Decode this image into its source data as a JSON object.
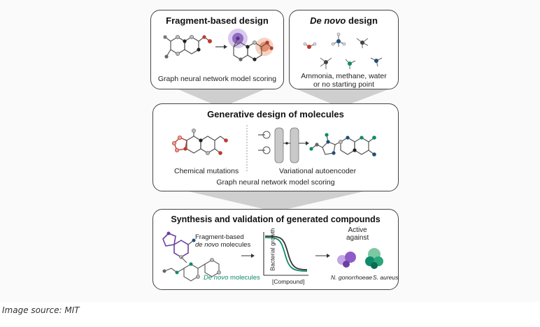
{
  "panels": {
    "fragment": {
      "title": "Fragment-based design",
      "caption": "Graph neural network model scoring"
    },
    "denovo": {
      "title_italic": "De novo",
      "title_rest": " design",
      "caption_line1": "Ammonia, methane, water",
      "caption_line2": "or no starting point"
    },
    "generative": {
      "title": "Generative design of molecules",
      "left_label": "Chemical mutations",
      "right_label": "Variational autoencoder",
      "bottom_label": "Graph neural network model scoring"
    },
    "synthesis": {
      "title": "Synthesis and validation of generated compounds",
      "fragment_line1": "Fragment-based",
      "fragment_line2_italic": "de novo",
      "fragment_line2_rest": " molecules",
      "denovo_italic": "De novo",
      "denovo_rest": " molecules",
      "y_axis": "Bacterial growth",
      "x_axis": "[Compound]",
      "active_line1": "Active",
      "active_line2": "against",
      "bug1": "N. gonorrhoeae",
      "bug2": "S. aureus"
    }
  },
  "image_source": "Image source: MIT",
  "colors": {
    "purple": "#6b3fa0",
    "orange": "#e07b4f",
    "teal": "#0f8a6a",
    "red": "#c0392b",
    "navy": "#1f4e79",
    "connector": "#cfcfcf"
  }
}
